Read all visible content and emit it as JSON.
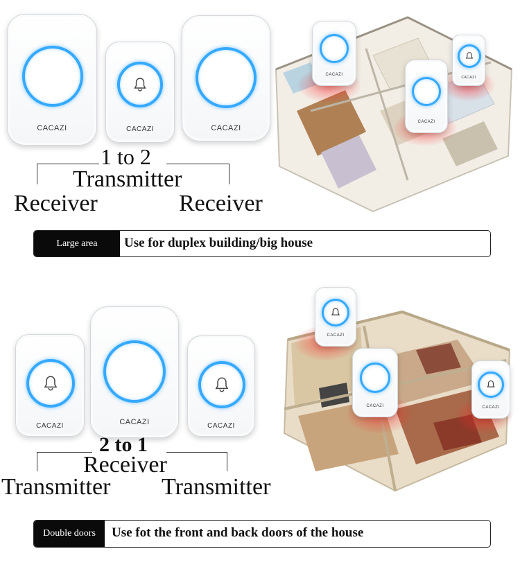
{
  "brand": "CACAZI",
  "section1": {
    "title": "1 to 2",
    "center_label": "Transmitter",
    "left_label": "Receiver",
    "right_label": "Receiver",
    "banner_tag": "Large area",
    "banner_text": "Use for duplex building/big house"
  },
  "section2": {
    "title": "2 to 1",
    "center_label": "Receiver",
    "left_label": "Transmitter",
    "right_label": "Transmitter",
    "banner_tag": "Double doors",
    "banner_text": "Use fot the front and back doors of the house"
  },
  "colors": {
    "ring": "#35a9ff",
    "signal": "#ff2828",
    "tag_bg": "#0a0a0a"
  },
  "icons": [
    "bell-icon"
  ]
}
